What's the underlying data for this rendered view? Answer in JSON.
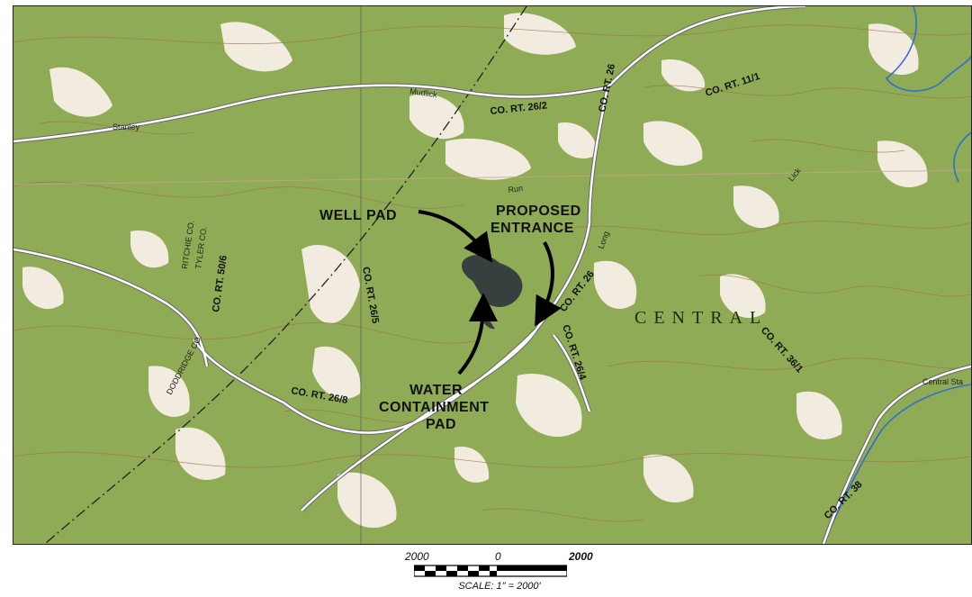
{
  "map": {
    "callouts": {
      "well_pad": "WELL PAD",
      "proposed_entrance_line1": "PROPOSED",
      "proposed_entrance_line2": "ENTRANCE",
      "water_line1": "WATER",
      "water_line2": "CONTAINMENT",
      "water_line3": "PAD"
    },
    "roads": {
      "rt26": "CO. RT. 26",
      "rt26_2": "CO. RT. 26/2",
      "rt11_1": "CO. RT. 11/1",
      "rt26_lower": "CO. RT. 26",
      "rt26_4": "CO. RT. 26/4",
      "rt26_5": "CO. RT. 26/5",
      "rt26_8": "CO. RT. 26/8",
      "rt50_6": "CO. RT. 50/6",
      "rt36_1": "CO. RT. 36/1",
      "rt38": "CO. RT. 38"
    },
    "places": {
      "stanley": "Stanley",
      "mudlick": "Mudlick",
      "run": "Run",
      "long": "Long",
      "lick": "Lick",
      "central_sta": "Central Sta"
    },
    "counties": {
      "ritchie": "RITCHIE CO.",
      "tyler": "TYLER CO.",
      "doddridge": "DODDRIDGE CO."
    },
    "region": "CENTRAL",
    "colors": {
      "forest": "#8fab55",
      "clearing": "#f2ece0",
      "contour": "#a0714a",
      "road": "#ffffff",
      "water": "#2f6ed3",
      "pad": "#38403f",
      "arrow": "#000000"
    }
  },
  "scale": {
    "left_value": "2000",
    "middle_value": "0",
    "right_value": "2000",
    "label": "SCALE:  1\" = 2000'"
  }
}
